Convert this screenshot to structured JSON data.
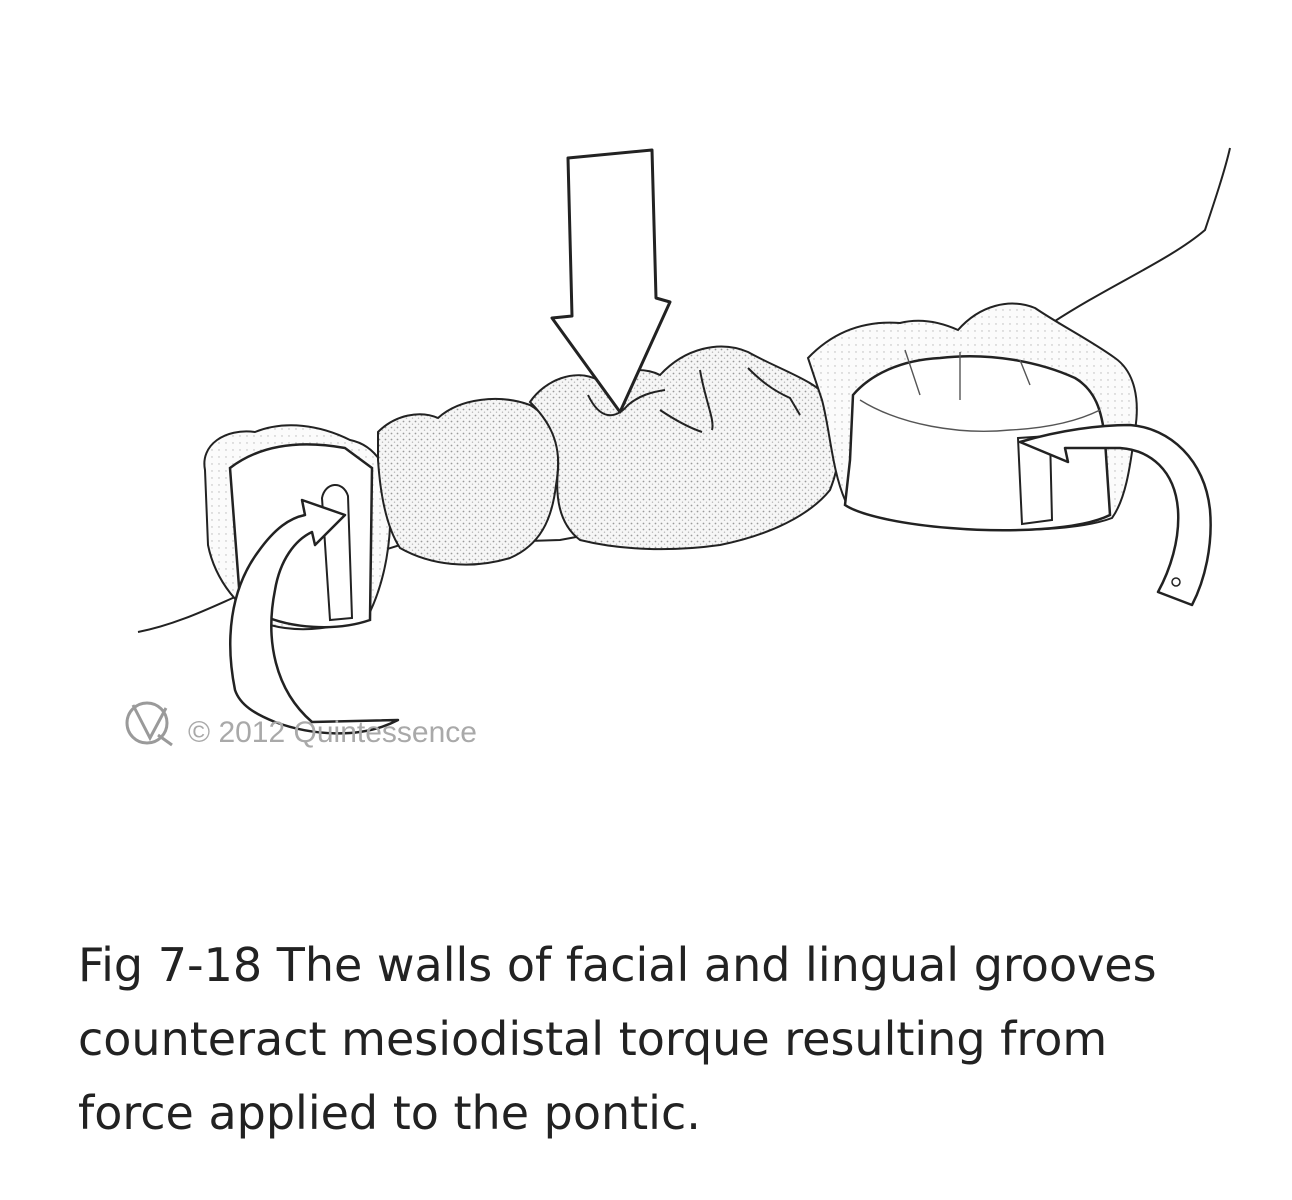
{
  "figure": {
    "watermark": "© 2012 Quintessence"
  },
  "caption": {
    "lines": [
      "Fig 7-18  The walls of facial and lingual grooves",
      "counteract mesiodistal torque resulting from",
      "force applied to the pontic."
    ]
  }
}
